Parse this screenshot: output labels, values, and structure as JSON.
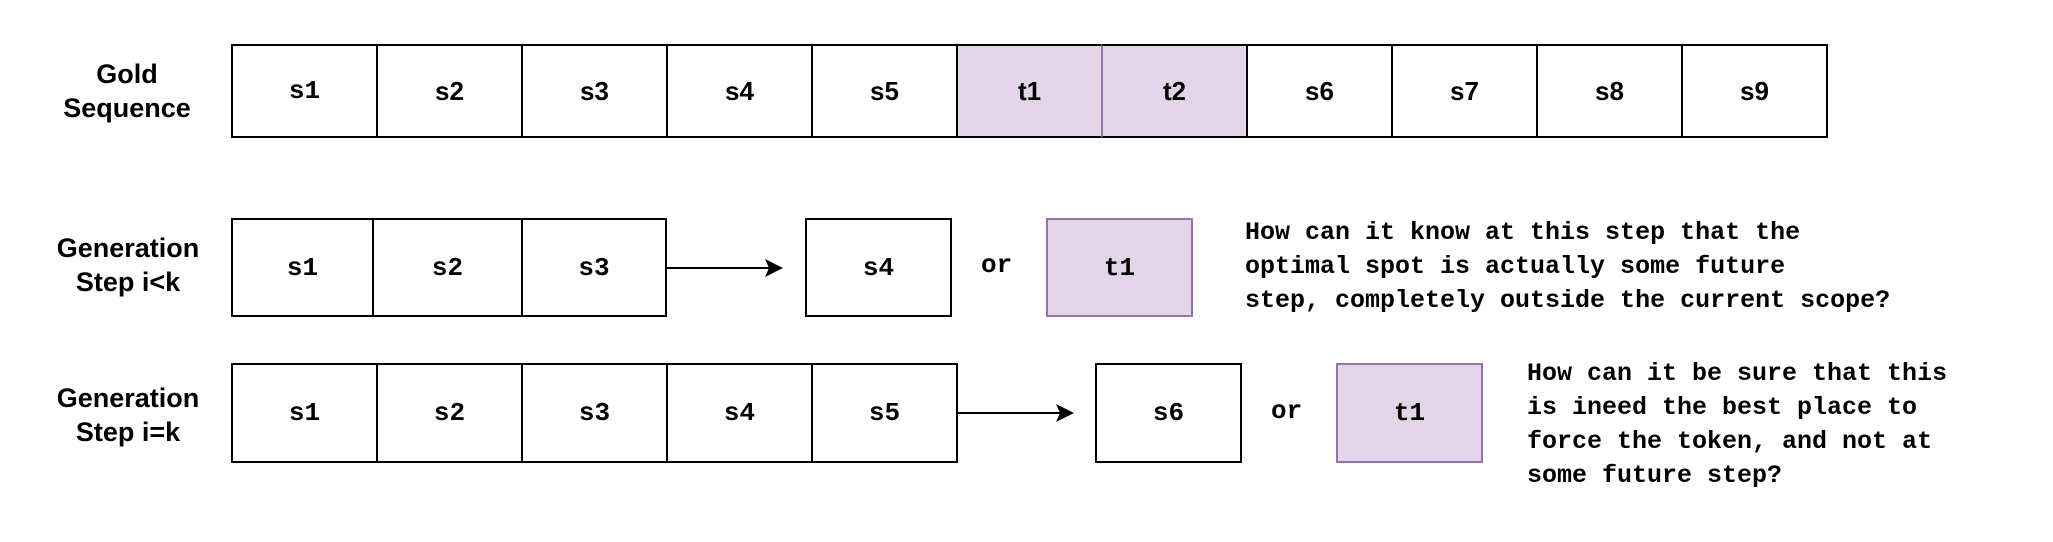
{
  "rows": [
    {
      "label": "Gold\nSequence",
      "tokens": [
        "s1",
        "s2",
        "s3",
        "s4",
        "s5",
        "t1",
        "t2",
        "s6",
        "s7",
        "s8",
        "s9"
      ]
    },
    {
      "label": "Generation\nStep i<k",
      "tokens": [
        "s1",
        "s2",
        "s3"
      ],
      "next_option": "s4",
      "or_label": "or",
      "alt_option": "t1",
      "question": "How can it know at this step that the\noptimal spot is actually some future\nstep, completely outside the current scope?"
    },
    {
      "label": "Generation\nStep i=k",
      "tokens": [
        "s1",
        "s2",
        "s3",
        "s4",
        "s5"
      ],
      "next_option": "s6",
      "or_label": "or",
      "alt_option": "t1",
      "question": "How can it be sure that this\nis ineed the best place to\nforce the token, and not at\nsome future step?"
    }
  ],
  "colors": {
    "target_fill": "#e1d5e7",
    "target_border": "#9673a6",
    "border": "#000000"
  }
}
